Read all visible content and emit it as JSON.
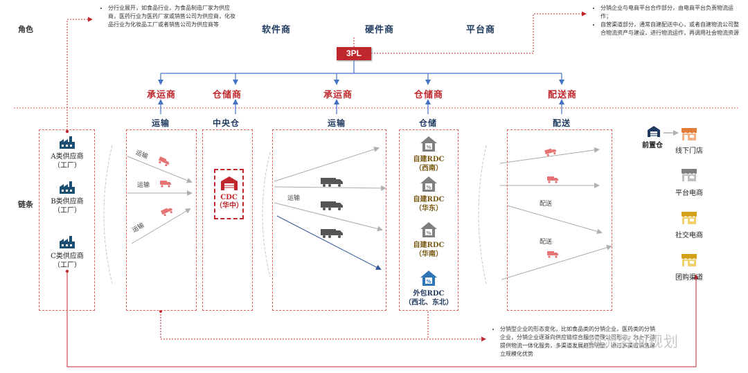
{
  "sections": {
    "roles": "角色",
    "chain": "链条"
  },
  "role_categories": [
    "软件商",
    "硬件商",
    "平台商"
  ],
  "third_party": "3PL",
  "roles": [
    "承运商",
    "仓储商",
    "承运商",
    "仓储商",
    "配送商"
  ],
  "stages": [
    "运输",
    "中央仓",
    "运输",
    "仓储",
    "配送"
  ],
  "note_top_left": "分行业展开，如食品行业，为食品制造厂家为供应商，医药行业为医药厂家或销售公司为供应商，化妆品行业为化妆品工厂或者销售公司为供应商等",
  "note_top_right": [
    "分销企业与电商平台合作部分，由电商平台负责物流运作；",
    "自营渠道部分，通常自建配送中心，或者自建物流公司整合物流资产与建设，进行物流运作，再调用社会物流资源"
  ],
  "note_bottom": "分销型企业的形态变化，比如食品类的分销企业，医药类的分销企业，分销企业逐渐向供应链综合服务管理公司形态，为上下游提供物流一体化服务，多渠道发展趋势明显，通过多渠道销售建立规模化优势",
  "suppliers": [
    {
      "name": "A类供应商",
      "sub": "（工厂）"
    },
    {
      "name": "B类供应商",
      "sub": "（工厂）"
    },
    {
      "name": "C类供应商",
      "sub": "（工厂）"
    }
  ],
  "transport_label": "运输",
  "cdc": {
    "name": "CDC",
    "region": "（华中）"
  },
  "rdcs": [
    {
      "name": "自建RDC",
      "region": "（西南）"
    },
    {
      "name": "自建RDC",
      "region": "（华东）"
    },
    {
      "name": "自建RDC",
      "region": "（华南）"
    },
    {
      "name": "外包RDC",
      "region": "（西北、东北）"
    }
  ],
  "delivery_label": "配送",
  "front_warehouse": "前置仓",
  "channels": [
    "线下门店",
    "平台电商",
    "社交电商",
    "团购渠道"
  ],
  "watermark": "物流咨询规划",
  "colors": {
    "accent_red": "#c0272d",
    "navy": "#1f3a5f",
    "dashed_red": "#e06060",
    "arrow_blue": "#4472c4",
    "rdc_gray": "#7f7f7f",
    "channel_gold": "#d4a017"
  }
}
